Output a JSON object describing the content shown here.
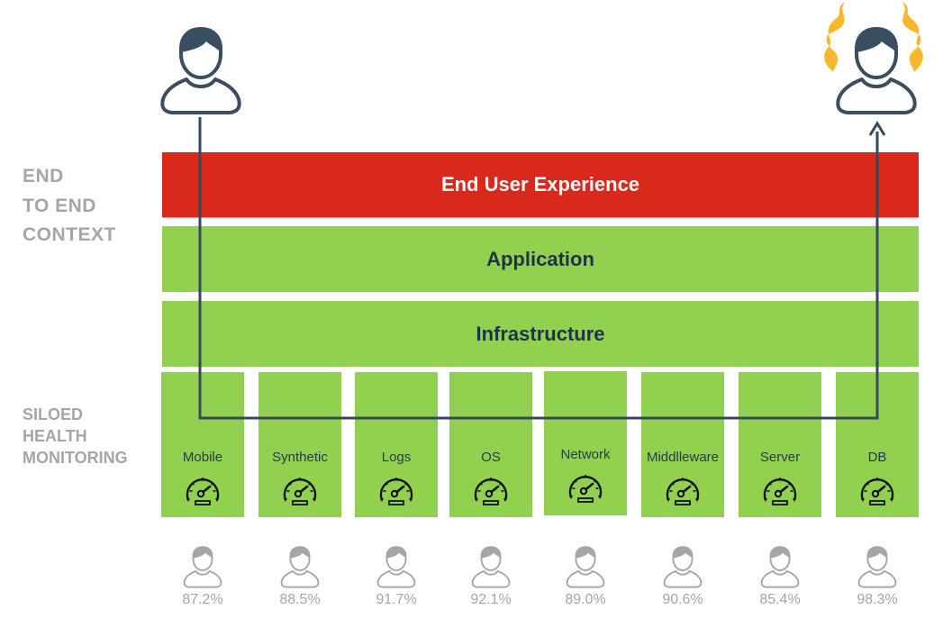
{
  "left_labels": {
    "top": [
      "END",
      "TO END",
      "CONTEXT"
    ],
    "bottom": [
      "SILOED",
      "HEALTH",
      "MONITORING"
    ]
  },
  "layers": {
    "end_user_experience": "End User Experience",
    "application": "Application",
    "infrastructure": "Infrastructure"
  },
  "users": {
    "start": {
      "icon": "user-icon",
      "state": "calm"
    },
    "end": {
      "icon": "user-frustrated-icon",
      "state": "frustrated"
    }
  },
  "silos": [
    {
      "label": "Mobile",
      "icon": "speedometer-icon",
      "score": "87.2%"
    },
    {
      "label": "Synthetic",
      "icon": "speedometer-icon",
      "score": "88.5%"
    },
    {
      "label": "Logs",
      "icon": "speedometer-icon",
      "score": "91.7%"
    },
    {
      "label": "OS",
      "icon": "speedometer-icon",
      "score": "92.1%"
    },
    {
      "label": "Network",
      "icon": "speedometer-icon",
      "score": "89.0%"
    },
    {
      "label": "Middlleware",
      "icon": "speedometer-icon",
      "score": "90.6%"
    },
    {
      "label": "Server",
      "icon": "speedometer-icon",
      "score": "85.4%"
    },
    {
      "label": "DB",
      "icon": "speedometer-icon",
      "score": "98.3%"
    }
  ],
  "colors": {
    "alert_red": "#d9291c",
    "healthy_green": "#92d050",
    "dark_navy": "#3a4e62",
    "muted_gray": "#a6a6a6",
    "burst_yellow": "#f9b82b"
  }
}
